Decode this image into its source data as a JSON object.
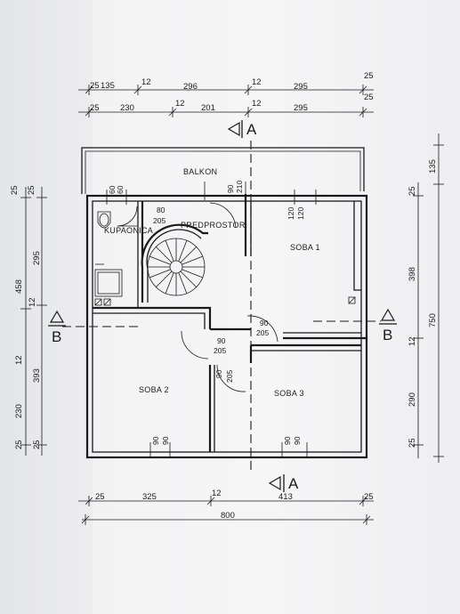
{
  "rooms": {
    "balkon": "BALKON",
    "kupaonica": "KUPAONICA",
    "predprostor": "PREDPROSTOR",
    "soba1": "SOBA 1",
    "soba2": "SOBA 2",
    "soba3": "SOBA 3"
  },
  "sections": {
    "a": "A",
    "b": "B"
  },
  "dims_top_row1": [
    "25",
    "135",
    "12",
    "296",
    "12",
    "295",
    "25"
  ],
  "dims_top_row2": [
    "25",
    "230",
    "12",
    "201",
    "12",
    "295",
    "25"
  ],
  "dims_bottom_row1": [
    "25",
    "325",
    "12",
    "413",
    "25"
  ],
  "dims_bottom_total": "800",
  "dims_left_outer": [
    "25",
    "458",
    "12",
    "230",
    "25"
  ],
  "dims_left_inner": [
    "25",
    "295",
    "12",
    "393",
    "25"
  ],
  "dims_right_inner": [
    "25",
    "398",
    "12",
    "290",
    "25"
  ],
  "dims_right_outer": [
    "135",
    "750"
  ],
  "openings": {
    "balkon_door": [
      "90",
      "210"
    ],
    "kup_window": [
      "60",
      "60"
    ],
    "kup_door": [
      "80",
      "205"
    ],
    "soba1_window": [
      "120",
      "120"
    ],
    "soba1_door": [
      "90",
      "205"
    ],
    "soba2_door": [
      "90",
      "205"
    ],
    "soba3_door": [
      "90",
      "205"
    ],
    "soba2_window": [
      "90",
      "90"
    ],
    "soba3_window": [
      "90",
      "90"
    ]
  }
}
